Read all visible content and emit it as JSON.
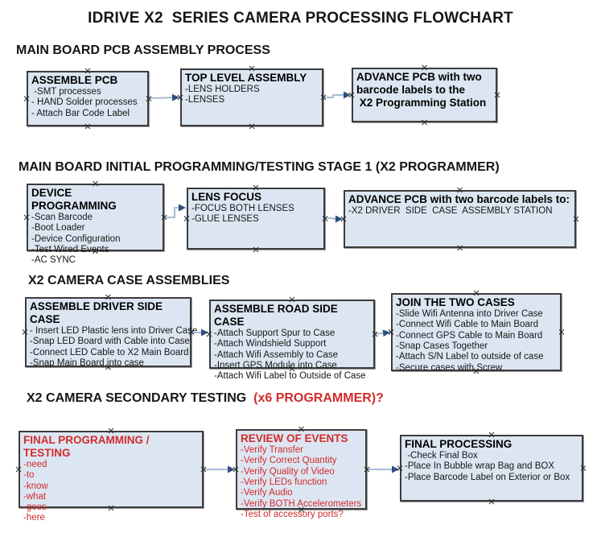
{
  "title": "IDRIVE X2  SERIES CAMERA PROCESSING FLOWCHART",
  "colors": {
    "box_fill": "#dce6f2",
    "box_border": "#3c3c3c",
    "connector_line": "#9cb2cf",
    "arrow_head": "#2e4f7e",
    "red_text": "#d22b2b",
    "black_text": "#161616"
  },
  "sections": [
    {
      "heading": "MAIN BOARD PCB ASSEMBLY PROCESS",
      "boxes": [
        {
          "title": "ASSEMBLE PCB",
          "lines": [
            " -SMT processes",
            "- HAND Solder processes",
            "- Attach Bar Code Label"
          ]
        },
        {
          "title": "TOP LEVEL ASSEMBLY",
          "lines": [
            "-LENS HOLDERS",
            "-LENSES"
          ]
        },
        {
          "title": "ADVANCE PCB with two\nbarcode labels to the\n X2 Programming Station",
          "lines": []
        }
      ]
    },
    {
      "heading": "MAIN BOARD INITIAL PROGRAMMING/TESTING STAGE 1 (X2 PROGRAMMER)",
      "boxes": [
        {
          "title": "DEVICE PROGRAMMING",
          "lines": [
            "-Scan Barcode",
            "-Boot Loader",
            "-Device Configuration",
            "-Test Wired Events",
            "-AC SYNC"
          ]
        },
        {
          "title": "LENS FOCUS",
          "lines": [
            "-FOCUS BOTH LENSES",
            "-GLUE LENSES"
          ]
        },
        {
          "title": "ADVANCE PCB with two barcode labels to:",
          "lines": [
            "-X2 DRIVER  SIDE  CASE  ASSEMBLY STATION"
          ]
        }
      ]
    },
    {
      "heading": "X2 CAMERA CASE ASSEMBLIES",
      "boxes": [
        {
          "title": "ASSEMBLE DRIVER SIDE CASE",
          "lines": [
            "- Insert LED Plastic lens into Driver Case",
            "-Snap LED Board with Cable into Case",
            "-Connect LED Cable to X2 Main Board",
            "-Snap Main Board into case"
          ]
        },
        {
          "title": "ASSEMBLE ROAD SIDE CASE",
          "lines": [
            "-Attach Support Spur to Case",
            "-Attach Windshield Support",
            "-Attach Wifi Assembly to Case",
            "-Insert GPS Module into Case",
            "-Attach Wifi Label to Outside of Case"
          ]
        },
        {
          "title": "JOIN THE TWO CASES",
          "lines": [
            "-Slide Wifi Antenna into Driver Case",
            "-Connect Wifi Cable to Main Board",
            "-Connect GPS Cable to Main Board",
            "-Snap Cases Together",
            "-Attach S/N Label to outside of case",
            "-Secure cases with Screw"
          ]
        }
      ]
    },
    {
      "heading": "X2 CAMERA SECONDARY TESTING ",
      "heading_red": " (x6 PROGRAMMER)?",
      "boxes": [
        {
          "title": "FINAL PROGRAMMING / TESTING",
          "lines": [
            "-need",
            "-to",
            "-know",
            "-what",
            "-goes",
            "-here"
          ]
        },
        {
          "title": "REVIEW OF EVENTS",
          "lines": [
            "-Verify Transfer",
            "-Verify Correct Quantity",
            "-Verify Quality of Video",
            "-Verify LEDs function",
            "-Verify Audio",
            "-Verify BOTH Accelerometers",
            "-Test of accessory ports?"
          ]
        },
        {
          "title": "FINAL PROCESSING",
          "lines": [
            " -Check Final Box",
            "-Place In Bubble wrap Bag and BOX",
            "-Place Barcode Label on Exterior or Box"
          ]
        }
      ]
    }
  ]
}
